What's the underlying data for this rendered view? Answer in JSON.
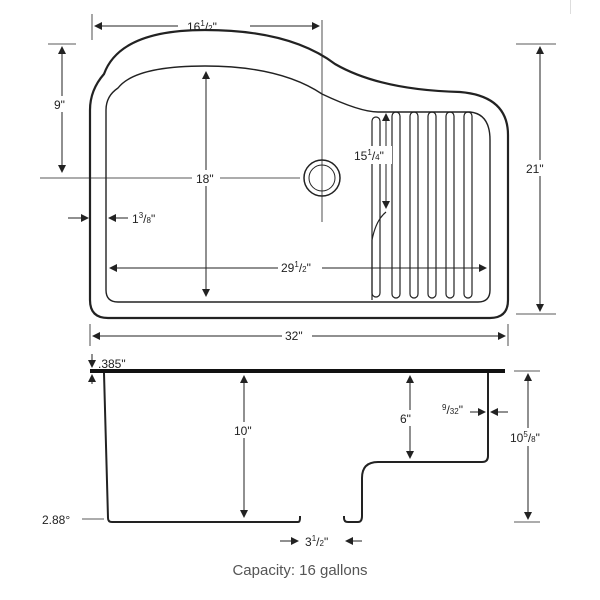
{
  "top_view": {
    "width_label": {
      "whole": "16",
      "num": "1",
      "den": "2",
      "unit": "\""
    },
    "left_depth_label": "9\"",
    "inner_length_label": "18\"",
    "drain_depth_label": {
      "whole": "15",
      "num": "1",
      "den": "4",
      "unit": "\""
    },
    "overall_depth_label": "21\"",
    "wall_label": {
      "whole": "1",
      "num": "3",
      "den": "8",
      "unit": "\""
    },
    "inner_width_label": {
      "whole": "29",
      "num": "1",
      "den": "2",
      "unit": "\""
    },
    "overall_width_label": "32\""
  },
  "side_view": {
    "lip_label": ".385\"",
    "bowl_depth_label": "10\"",
    "step_depth_label": "6\"",
    "step_offset_label": {
      "num": "9",
      "den": "32",
      "unit": "\""
    },
    "overall_height_label": {
      "whole": "10",
      "num": "5",
      "den": "8",
      "unit": "\""
    },
    "corner_label": "2.88°",
    "drain_width_label": {
      "whole": "3",
      "num": "1",
      "den": "2",
      "unit": "\""
    }
  },
  "caption": "Capacity: 16 gallons"
}
